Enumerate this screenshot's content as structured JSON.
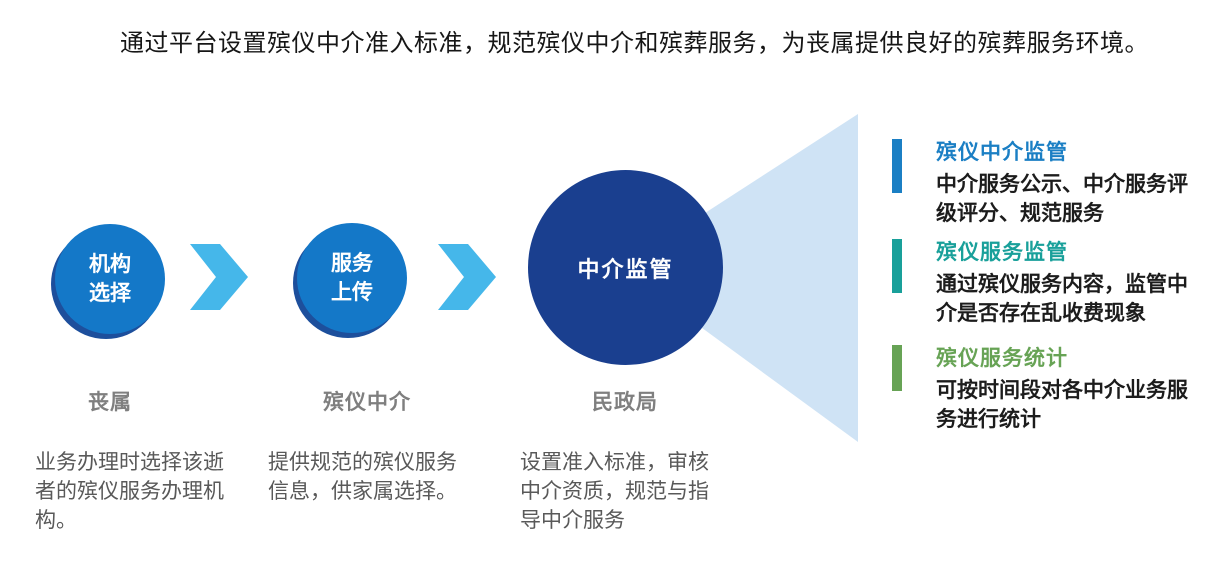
{
  "intro": "通过平台设置殡仪中介准入标准，规范殡仪中介和殡葬服务，为丧属提供良好的殡葬服务环境。",
  "flow": {
    "steps": [
      {
        "circle_lines": [
          "机构",
          "选择"
        ],
        "label": "丧属",
        "desc": "业务办理时选择该逝者的殡仪服务办理机构。"
      },
      {
        "circle_lines": [
          "服务",
          "上传"
        ],
        "label": "殡仪中介",
        "desc": "提供规范的殡仪服务信息，供家属选择。"
      },
      {
        "circle_lines": [
          "中介监管"
        ],
        "label": "民政局",
        "desc": "设置准入标准，审核中介资质，规范与指导中介服务"
      }
    ]
  },
  "panel": {
    "items": [
      {
        "title": "殡仪中介监管",
        "body": "中介服务公示、中介服务评级评分、规范服务",
        "color": "#1b7fc4"
      },
      {
        "title": "殡仪服务监管",
        "body": "通过殡仪服务内容，监管中介是否存在乱收费现象",
        "color": "#19a09a"
      },
      {
        "title": "殡仪服务统计",
        "body": "可按时间段对各中介业务服务进行统计",
        "color": "#67a355"
      }
    ]
  },
  "colors": {
    "circle_blue": "#1478c8",
    "circle_ring": "#1d4f9c",
    "circle_navy": "#1a3f8f",
    "arrow_blue": "#45b7ea",
    "funnel_light_blue": "#cfe3f5",
    "label_gray": "#7f7f7f",
    "desc_gray": "#595959"
  }
}
